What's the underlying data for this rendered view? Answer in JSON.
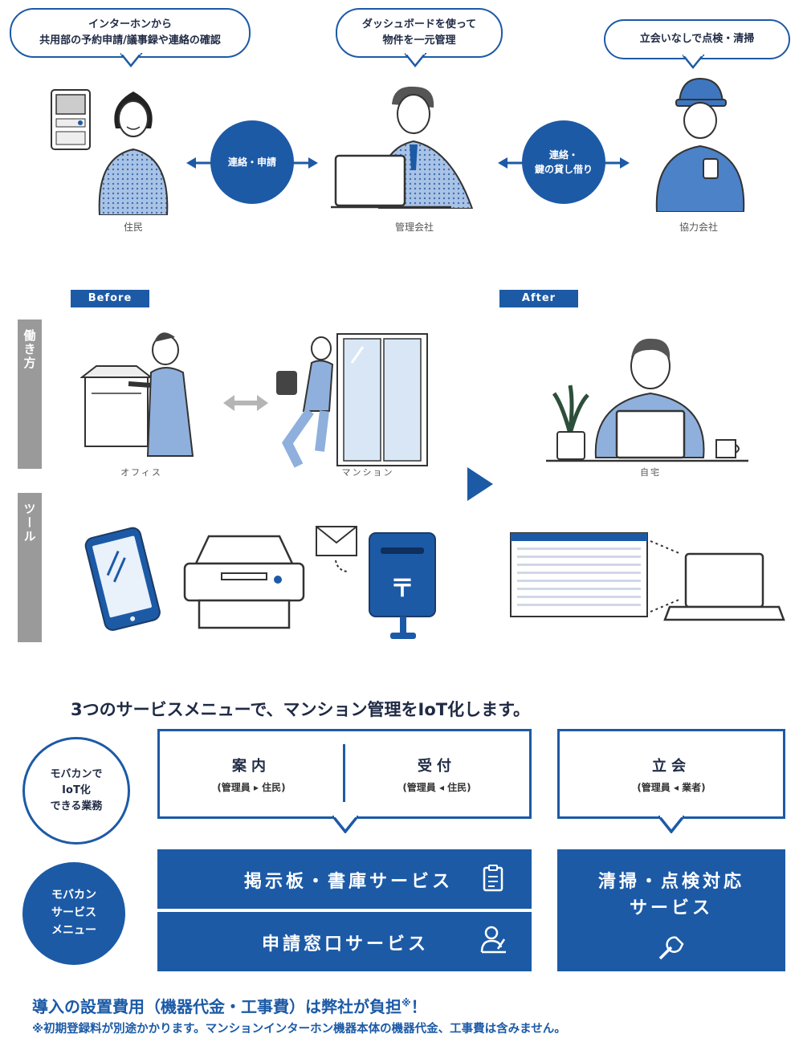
{
  "top": {
    "bubbles": [
      {
        "text": "インターホンから\n共用部の予約申請/議事録や連絡の確認"
      },
      {
        "text": "ダッシュボードを使って\n物件を一元管理"
      },
      {
        "text": "立会いなしで点検・清掃"
      }
    ],
    "links": [
      {
        "text": "連絡・申請"
      },
      {
        "text": "連絡・\n鍵の貸し借り"
      }
    ],
    "people": [
      {
        "label": "住民"
      },
      {
        "label": "管理会社"
      },
      {
        "label": "協力会社"
      }
    ]
  },
  "compare": {
    "before_tag": "Before",
    "after_tag": "After",
    "rows": [
      {
        "label": "働き方"
      },
      {
        "label": "ツール"
      }
    ],
    "scenes": [
      {
        "label": "オフィス"
      },
      {
        "label": "マンション"
      },
      {
        "label": "自宅"
      }
    ],
    "envelope_stamp": "〒"
  },
  "services": {
    "headline": "3つのサービスメニューで、マンション管理をIoT化します。",
    "iot_label": "モバカンで\nIoT化\nできる業務",
    "menu_label": "モバカン\nサービス\nメニュー",
    "tasks": [
      {
        "title": "案内",
        "sub": "(管理員 ▸ 住民)"
      },
      {
        "title": "受付",
        "sub": "(管理員 ◂ 住民)"
      },
      {
        "title": "立会",
        "sub": "(管理員 ◂ 業者)"
      }
    ],
    "menus": [
      {
        "text": "掲示板・書庫サービス",
        "icon": "clipboard-icon"
      },
      {
        "text": "申請窓口サービス",
        "icon": "person-write-icon"
      },
      {
        "text": "清掃・点検対応\nサービス",
        "icon": "wrench-icon"
      }
    ]
  },
  "footer": {
    "line1": "導入の設置費用（機器代金・工事費）は弊社が負担",
    "line1_mark": "※",
    "line1_end": "！",
    "line2": "※初期登録料が別途かかります。マンションインターホン機器本体の機器代金、工事費は含みません。"
  },
  "colors": {
    "brand": "#1c5aa6",
    "pattern": "#8fb0dc",
    "gray": "#9a9a9a"
  }
}
